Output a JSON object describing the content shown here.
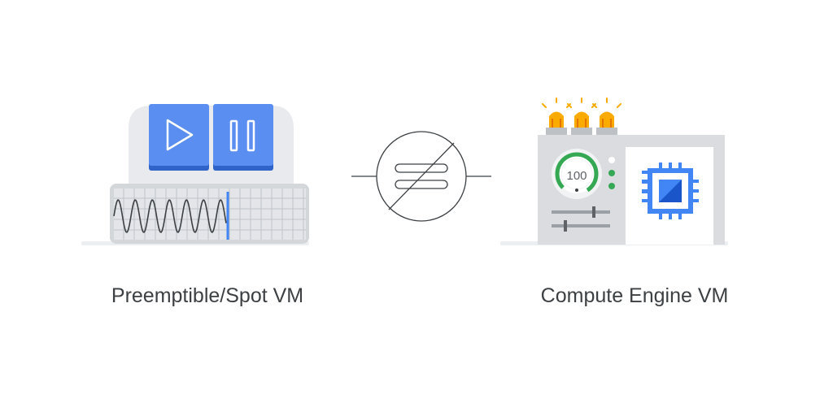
{
  "left": {
    "caption": "Preemptible/Spot VM",
    "controls": {
      "play": "play-icon",
      "pause": "pause-icon"
    }
  },
  "comparison": {
    "symbol": "not-equal-icon"
  },
  "right": {
    "caption": "Compute Engine VM",
    "gauge_value": "100",
    "icons": [
      "warning-light-icon",
      "gauge-icon",
      "cpu-chip-icon",
      "slider-icon"
    ]
  },
  "colors": {
    "blue": "#4285f4",
    "amber": "#f9ab00",
    "green": "#34a853",
    "grey": "#dadce0",
    "text": "#3c4043"
  }
}
